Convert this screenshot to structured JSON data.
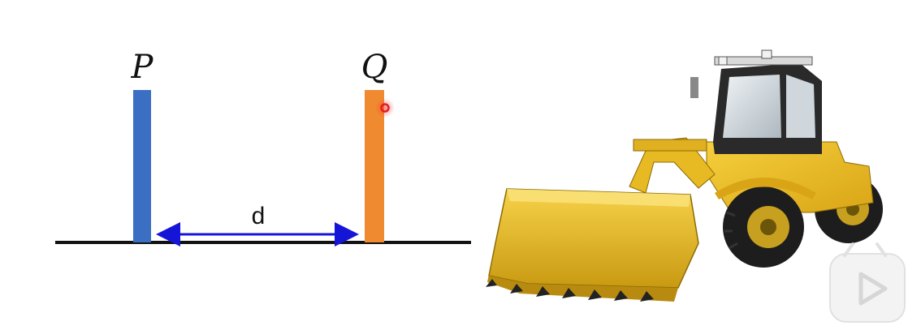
{
  "diagram": {
    "left_post_label": "P",
    "right_post_label": "Q",
    "distance_label": "d"
  },
  "colors": {
    "left_post": "#3a6fc4",
    "right_post": "#f08a30",
    "distance_arrow": "#1515d8",
    "ground": "#111111",
    "pointer_dot": "#e02020"
  },
  "icons": {
    "vehicle": "wheel-loader-illustration",
    "watermark": "play-icon"
  }
}
